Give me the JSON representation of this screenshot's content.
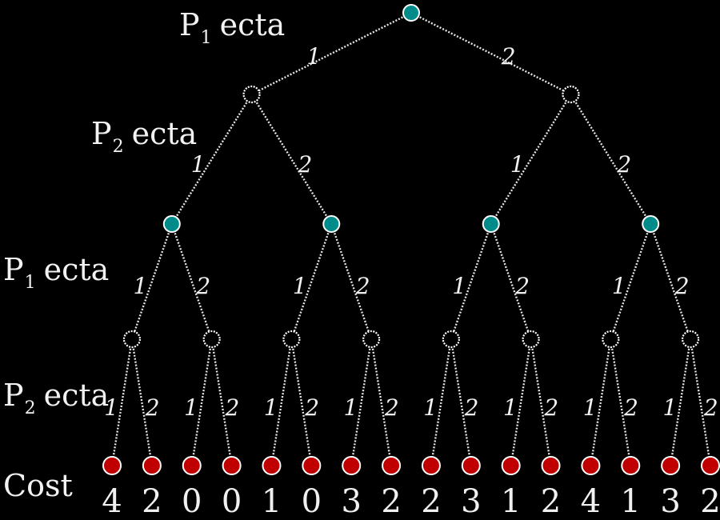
{
  "row_labels": [
    {
      "main": "P",
      "sub": "1",
      "rest": "ecta"
    },
    {
      "main": "P",
      "sub": "2",
      "rest": "ecta"
    },
    {
      "main": "P",
      "sub": "1",
      "rest": "ecta"
    },
    {
      "main": "P",
      "sub": "2",
      "rest": "ecta"
    },
    {
      "main": "Cost",
      "sub": "",
      "rest": ""
    }
  ],
  "branch_labels": [
    "1",
    "2"
  ],
  "costs": [
    "4",
    "2",
    "0",
    "0",
    "1",
    "0",
    "3",
    "2",
    "2",
    "3",
    "1",
    "2",
    "4",
    "1",
    "3",
    "2"
  ],
  "colors": {
    "background": "#000000",
    "chance_node": "#008b8b",
    "decision_node": "#000000",
    "leaf_node": "#c00000",
    "edge": "#e6e6e6",
    "text": "#f0f0f0"
  },
  "level_node_kinds": [
    "chance",
    "decision",
    "chance",
    "decision",
    "leaf"
  ]
}
